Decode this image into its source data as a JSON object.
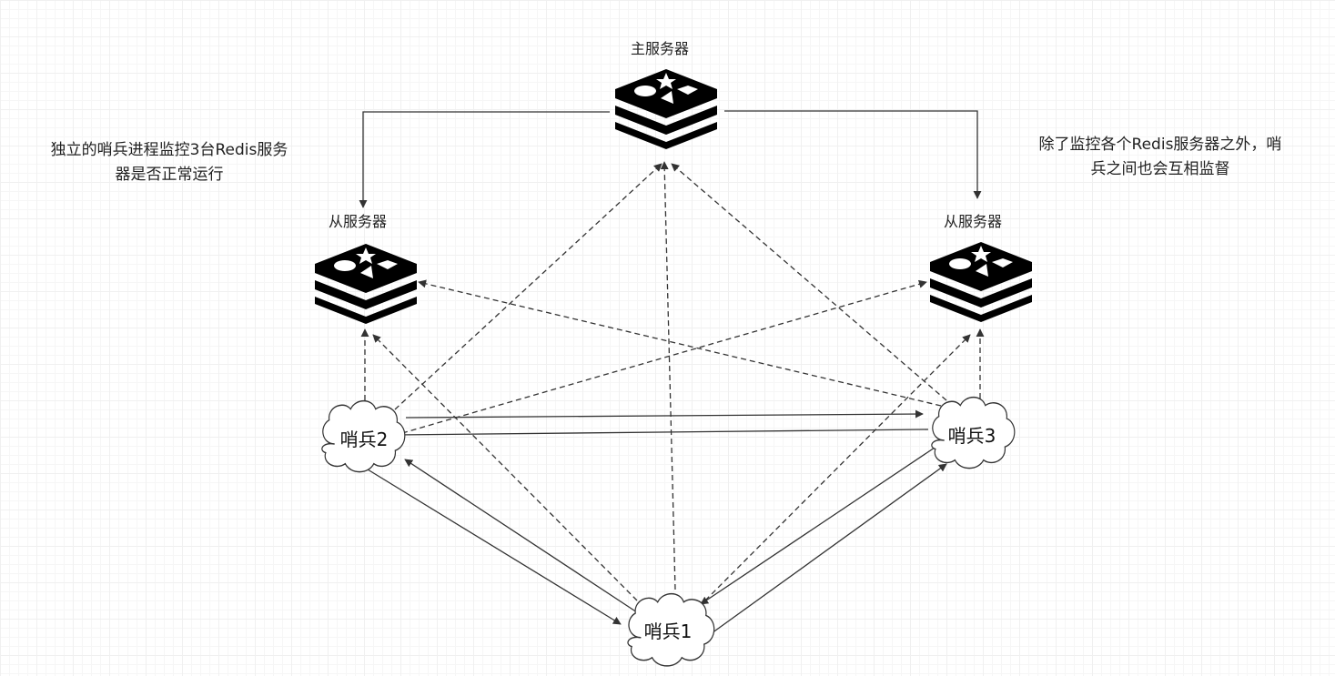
{
  "diagram": {
    "nodes": {
      "master": {
        "label": "主服务器",
        "icon": "redis-icon"
      },
      "slave_left": {
        "label": "从服务器",
        "icon": "redis-icon"
      },
      "slave_right": {
        "label": "从服务器",
        "icon": "redis-icon"
      },
      "sentinel_1": {
        "label": "哨兵1",
        "shape": "cloud"
      },
      "sentinel_2": {
        "label": "哨兵2",
        "shape": "cloud"
      },
      "sentinel_3": {
        "label": "哨兵3",
        "shape": "cloud"
      }
    },
    "notes": {
      "left_line1": "独立的哨兵进程监控3台Redis服务",
      "left_line2": "器是否正常运行",
      "right_line1": "除了监控各个Redis服务器之外，哨",
      "right_line2": "兵之间也会互相监督"
    },
    "edges": [
      {
        "from": "master",
        "to": "slave_left",
        "style": "solid"
      },
      {
        "from": "master",
        "to": "slave_right",
        "style": "solid"
      },
      {
        "from": "sentinel_1",
        "to": "master",
        "style": "dashed"
      },
      {
        "from": "sentinel_1",
        "to": "slave_left",
        "style": "dashed"
      },
      {
        "from": "sentinel_1",
        "to": "slave_right",
        "style": "dashed"
      },
      {
        "from": "sentinel_2",
        "to": "master",
        "style": "dashed"
      },
      {
        "from": "sentinel_2",
        "to": "slave_left",
        "style": "dashed"
      },
      {
        "from": "sentinel_2",
        "to": "slave_right",
        "style": "dashed"
      },
      {
        "from": "sentinel_3",
        "to": "master",
        "style": "dashed"
      },
      {
        "from": "sentinel_3",
        "to": "slave_left",
        "style": "dashed"
      },
      {
        "from": "sentinel_3",
        "to": "slave_right",
        "style": "dashed"
      },
      {
        "from": "sentinel_1",
        "to": "sentinel_2",
        "style": "solid"
      },
      {
        "from": "sentinel_2",
        "to": "sentinel_1",
        "style": "solid"
      },
      {
        "from": "sentinel_1",
        "to": "sentinel_3",
        "style": "solid"
      },
      {
        "from": "sentinel_3",
        "to": "sentinel_1",
        "style": "solid"
      },
      {
        "from": "sentinel_2",
        "to": "sentinel_3",
        "style": "solid"
      },
      {
        "from": "sentinel_3",
        "to": "sentinel_2",
        "style": "solid"
      }
    ],
    "colors": {
      "line": "#333333",
      "icon": "#000000",
      "cloud_stroke": "#333333",
      "cloud_fill": "#ffffff"
    }
  }
}
